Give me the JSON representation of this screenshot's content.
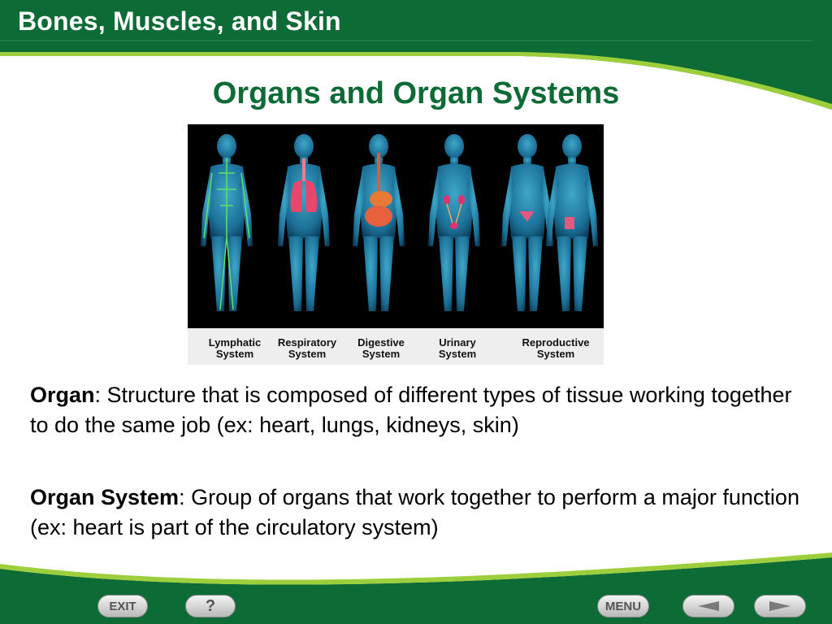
{
  "header": {
    "title": "Bones, Muscles, and Skin"
  },
  "slide": {
    "title": "Organs and Organ Systems"
  },
  "figure": {
    "labels": [
      {
        "line1": "Lymphatic",
        "line2": "System"
      },
      {
        "line1": "Respiratory",
        "line2": "System"
      },
      {
        "line1": "Digestive",
        "line2": "System"
      },
      {
        "line1": "Urinary",
        "line2": "System"
      },
      {
        "line1": "Reproductive",
        "line2": "System"
      }
    ]
  },
  "definitions": [
    {
      "term": "Organ",
      "text": ": Structure that is composed of different types of tissue working together to do the same job (ex: heart, lungs, kidneys, skin)"
    },
    {
      "term": "Organ System",
      "text": ": Group of organs that work together to perform a major function (ex: heart is part of the circulatory system)"
    }
  ],
  "nav": {
    "exit": "EXIT",
    "help": "?",
    "menu": "MENU"
  },
  "colors": {
    "header_green": "#0d6b36",
    "accent_lime": "#9dcf3c",
    "title_green": "#0d6b36"
  }
}
